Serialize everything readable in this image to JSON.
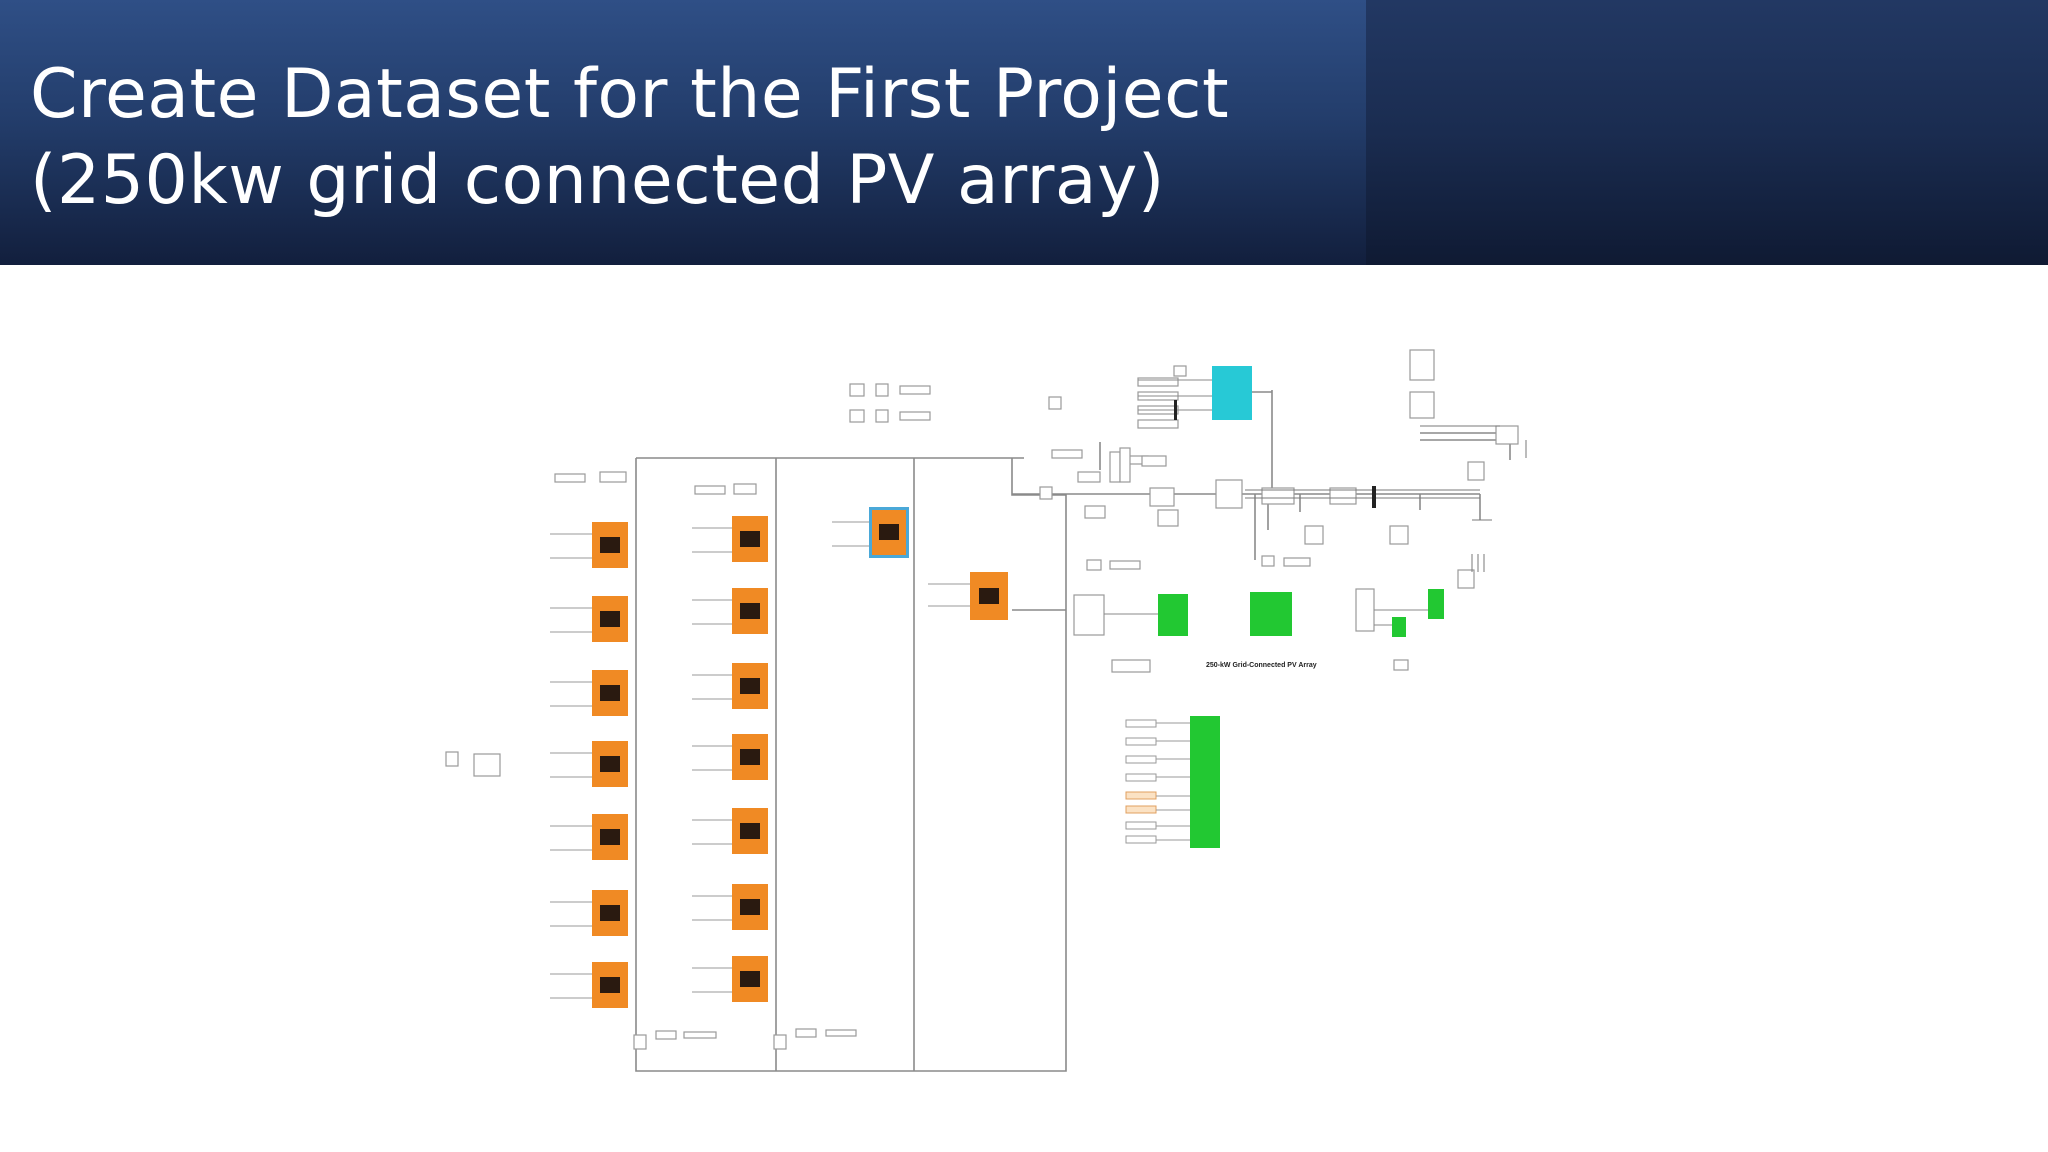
{
  "slide": {
    "title_line1": "Create Dataset for the First Project",
    "title_line2": "(250kw grid connected PV array)"
  },
  "diagram": {
    "caption": "250-kW Grid-Connected PV Array",
    "colors": {
      "pv_block": "#f08a24",
      "pv_block_inner": "#2a1a10",
      "scope": "#22c832",
      "inverter_block": "#27c9d6",
      "wire": "#8a8a8a",
      "header_top": "#2f4f86",
      "header_bottom": "#121f3d"
    },
    "icons": [
      "pv-array-icon",
      "scope-icon",
      "inverter-icon",
      "constant-block-icon"
    ]
  }
}
